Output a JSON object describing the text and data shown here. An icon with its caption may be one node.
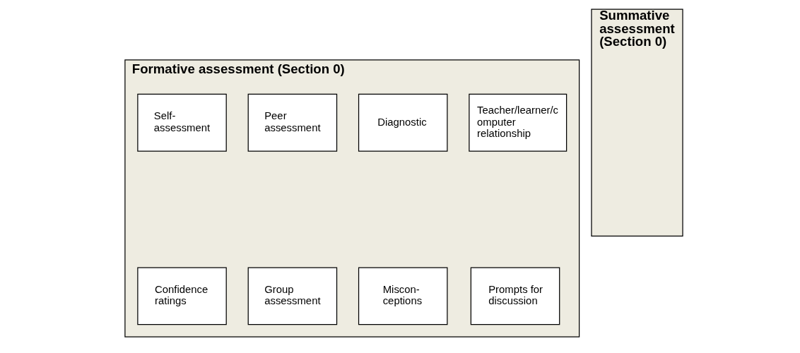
{
  "diagram": {
    "nodes": [
      {
        "text": [
          "Formative assessment (Section 0)"
        ]
      },
      {
        "text": [
          "Self- assessment"
        ],
        "in": 0
      },
      {
        "text": [
          "Peer assessment"
        ],
        "in": 0
      },
      {
        "text": [
          "Diagnostic"
        ],
        "in": 0
      },
      {
        "text": [
          "Teacher/learner/c omputer relationship"
        ],
        "in": 0
      },
      {
        "text": [
          "Confidence ratings"
        ],
        "in": 0
      },
      {
        "text": [
          "Group assessment"
        ],
        "in": 0
      },
      {
        "text": [
          "Miscon- ceptions"
        ],
        "in": 0
      },
      {
        "text": [
          "Prompts for discussion"
        ],
        "in": 0
      },
      {
        "text": [
          "Summative assessment (Section 0)"
        ]
      }
    ]
  }
}
